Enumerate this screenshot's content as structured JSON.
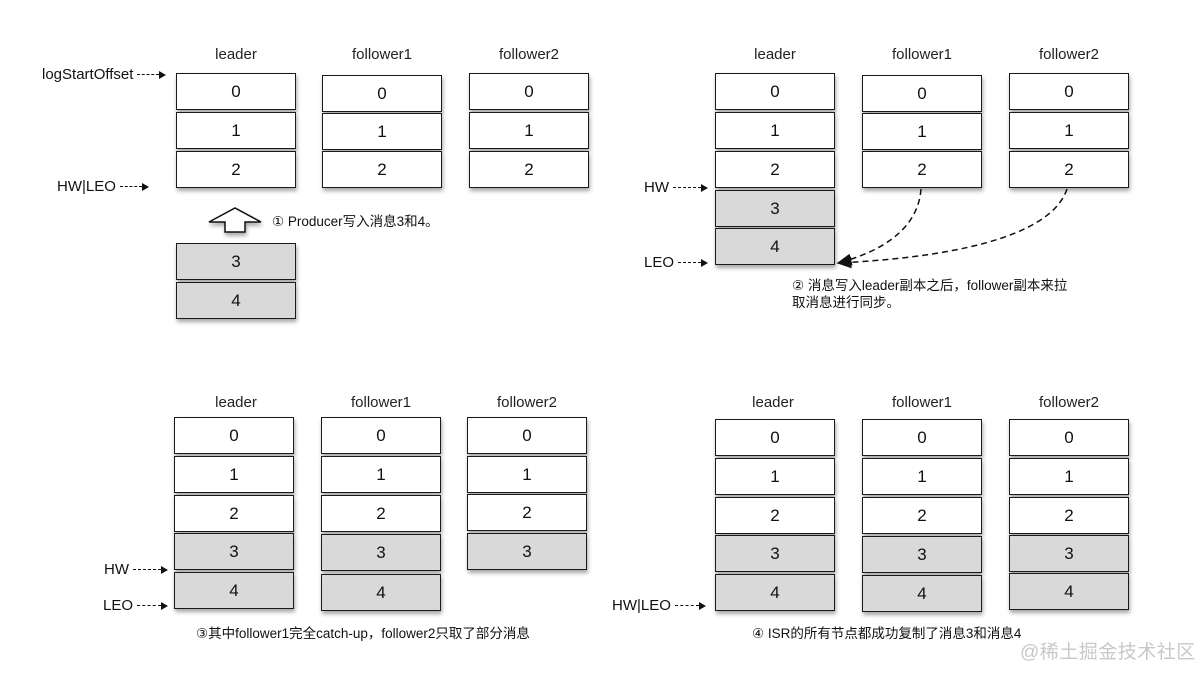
{
  "diagram": {
    "title": "Kafka leader/follower HW and LEO replication steps",
    "colors": {
      "committed_fill": "#ffffff",
      "new_message_fill": "#d9d9d9",
      "border": "#1a1a1a",
      "watermark": "#c8c8c8"
    },
    "panels": [
      {
        "id": "step1",
        "columns": [
          {
            "label": "leader",
            "cells": [
              "0",
              "1",
              "2"
            ]
          },
          {
            "label": "follower1",
            "cells": [
              "0",
              "1",
              "2"
            ]
          },
          {
            "label": "follower2",
            "cells": [
              "0",
              "1",
              "2"
            ]
          }
        ],
        "markers": [
          {
            "label": "logStartOffset",
            "points_to": "leader offset 0 top"
          },
          {
            "label": "HW|LEO",
            "points_to": "leader offset 2 bottom"
          }
        ],
        "pending_cells": [
          "3",
          "4"
        ],
        "caption": "① Producer写入消息3和4。"
      },
      {
        "id": "step2",
        "columns": [
          {
            "label": "leader",
            "cells": [
              "0",
              "1",
              "2",
              "3",
              "4"
            ]
          },
          {
            "label": "follower1",
            "cells": [
              "0",
              "1",
              "2"
            ]
          },
          {
            "label": "follower2",
            "cells": [
              "0",
              "1",
              "2"
            ]
          }
        ],
        "markers": [
          {
            "label": "HW",
            "points_to": "leader offset 2 bottom"
          },
          {
            "label": "LEO",
            "points_to": "leader offset 4 bottom"
          }
        ],
        "fetch_arrows": [
          "follower1 -> leader",
          "follower2 -> leader"
        ],
        "caption_lines": [
          "② 消息写入leader副本之后，follower副本来拉",
          "取消息进行同步。"
        ]
      },
      {
        "id": "step3",
        "columns": [
          {
            "label": "leader",
            "cells": [
              "0",
              "1",
              "2",
              "3",
              "4"
            ]
          },
          {
            "label": "follower1",
            "cells": [
              "0",
              "1",
              "2",
              "3",
              "4"
            ]
          },
          {
            "label": "follower2",
            "cells": [
              "0",
              "1",
              "2",
              "3"
            ]
          }
        ],
        "markers": [
          {
            "label": "HW",
            "points_to": "leader offset 3 bottom"
          },
          {
            "label": "LEO",
            "points_to": "leader offset 4 bottom"
          }
        ],
        "caption": "③其中follower1完全catch-up，follower2只取了部分消息"
      },
      {
        "id": "step4",
        "columns": [
          {
            "label": "leader",
            "cells": [
              "0",
              "1",
              "2",
              "3",
              "4"
            ]
          },
          {
            "label": "follower1",
            "cells": [
              "0",
              "1",
              "2",
              "3",
              "4"
            ]
          },
          {
            "label": "follower2",
            "cells": [
              "0",
              "1",
              "2",
              "3",
              "4"
            ]
          }
        ],
        "markers": [
          {
            "label": "HW|LEO",
            "points_to": "leader offset 4 bottom"
          }
        ],
        "caption": "④ ISR的所有节点都成功复制了消息3和消息4"
      }
    ],
    "watermark": "@稀土掘金技术社区"
  }
}
